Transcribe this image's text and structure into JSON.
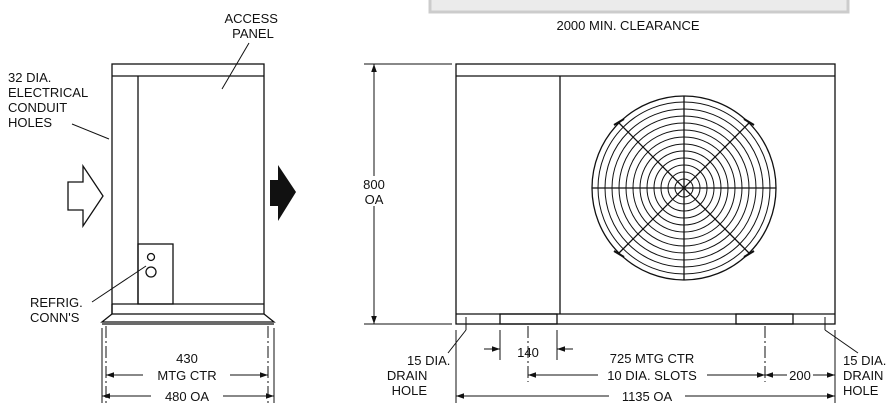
{
  "banner": {
    "clearance": "2000 MIN. CLEARANCE"
  },
  "side_view": {
    "access_panel": [
      "ACCESS",
      "PANEL"
    ],
    "conduit_holes": [
      "32 DIA.",
      "ELECTRICAL",
      "CONDUIT",
      "HOLES"
    ],
    "refrig_conns": [
      "REFRIG.",
      "CONN'S"
    ],
    "mtg_ctr_value": "430",
    "mtg_ctr_label": "MTG CTR",
    "overall_width": "480 OA"
  },
  "front_view": {
    "height_value": "800",
    "height_label": "OA",
    "drain_left": [
      "15 DIA.",
      "DRAIN",
      "HOLE"
    ],
    "drain_right": [
      "15 DIA.",
      "DRAIN",
      "HOLE"
    ],
    "slot_offset": "140",
    "mtg_ctr": "725 MTG CTR",
    "slots": "10 DIA. SLOTS",
    "right_offset": "200",
    "overall_width": "1135 OA"
  },
  "colors": {
    "line": "#111111",
    "banner_border": "#cccccc",
    "banner_fill": "#ebebeb"
  }
}
